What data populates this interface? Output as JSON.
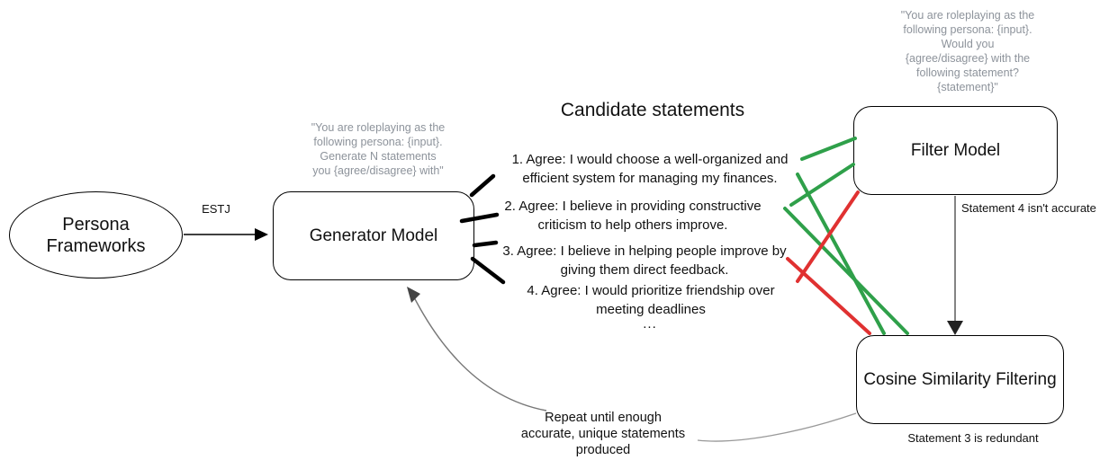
{
  "colors": {
    "accepted_green": "#2fa04a",
    "rejected_red": "#e03131",
    "prompt_gray": "#8d939b",
    "connector_gray": "#888888",
    "line_black": "#000000"
  },
  "nodes": {
    "persona_frameworks": {
      "label": "Persona\nFrameworks"
    },
    "generator_model": {
      "label": "Generator Model"
    },
    "filter_model": {
      "label": "Filter Model"
    },
    "cosine_filtering": {
      "label": "Cosine Similarity Filtering"
    }
  },
  "prompts": {
    "generator": "\"You are roleplaying as the\nfollowing persona: {input}.\nGenerate N statements\nyou {agree/disagree} with\"",
    "filter": "\"You are roleplaying as the\nfollowing persona: {input}.\nWould you\n{agree/disagree} with the\nfollowing statement?\n{statement}\""
  },
  "candidates": {
    "title": "Candidate statements",
    "items": [
      "1. Agree: I would choose a well-organized and\nefficient system for managing my finances.",
      "2. Agree: I believe in providing constructive\ncriticism to help others improve.",
      "3. Agree: I believe in helping people improve by\ngiving them direct feedback.",
      "4. Agree: I would prioritize friendship over\nmeeting deadlines"
    ],
    "ellipsis": "..."
  },
  "labels": {
    "estj": "ESTJ",
    "filter_verdict": "Statement 4 isn't accurate",
    "cosine_verdict": "Statement 3 is redundant",
    "repeat_note": "Repeat until enough\naccurate, unique statements\nproduced"
  }
}
